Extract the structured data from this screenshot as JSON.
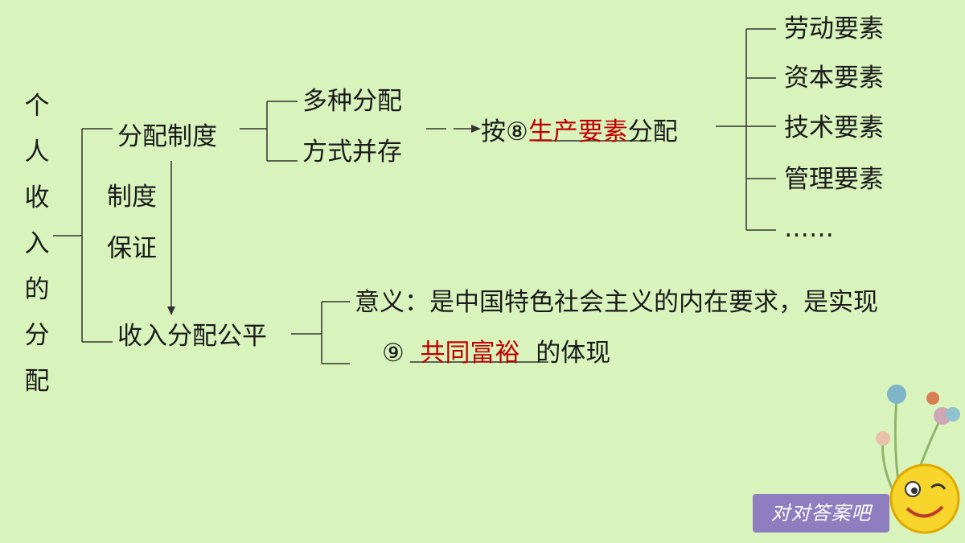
{
  "root": {
    "chars": [
      "个",
      "人",
      "收",
      "入",
      "的",
      "分",
      "配"
    ]
  },
  "branch1": {
    "label": "分配制度",
    "sub": [
      "多种分配",
      "方式并存"
    ],
    "rule_prefix": "按⑧",
    "rule_answer": "生产要素",
    "rule_suffix": "分配",
    "factors": [
      "劳动要素",
      "资本要素",
      "技术要素",
      "管理要素",
      "……"
    ]
  },
  "link": {
    "line1": "制度",
    "line2": "保证"
  },
  "branch2": {
    "label": "收入分配公平",
    "meaning_line1": "意义：是中国特色社会主义的内在要求，是实现",
    "meaning_prefix": "⑨",
    "meaning_answer": "共同富裕",
    "meaning_suffix": "的体现"
  },
  "badge": {
    "label": "对对答案吧"
  },
  "colors": {
    "background": "#d9f3bd",
    "answer": "#c00000",
    "badge": "#8e7ec0"
  }
}
